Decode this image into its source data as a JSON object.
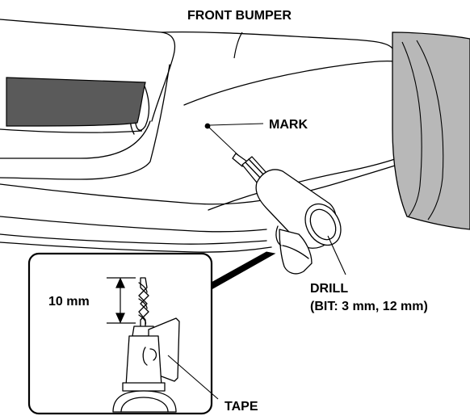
{
  "labels": {
    "front_bumper": "FRONT BUMPER",
    "mark": "MARK",
    "drill_line1": "DRILL",
    "drill_line2": "(BIT: 3 mm, 12 mm)",
    "depth": "10 mm",
    "tape": "TAPE"
  },
  "colors": {
    "line": "#000000",
    "dark_panel": "#5a5a5a",
    "wheel_arch": "#b8b8b8",
    "background": "#ffffff"
  }
}
